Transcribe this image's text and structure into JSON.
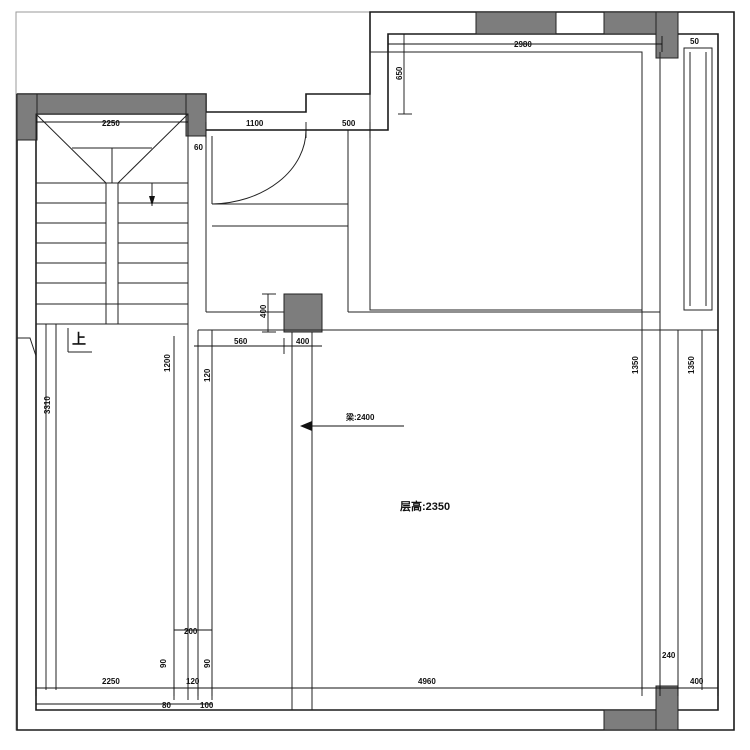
{
  "plan": {
    "stair_direction_label": "上",
    "ceiling_height_label": "层高:2350",
    "beam_height_label": "梁:2400"
  },
  "dimensions": {
    "top_room_width": "2980",
    "top_step_height": "650",
    "corridor_width": "1100",
    "corridor_short": "500",
    "stair_width": "2250",
    "column_side": "400",
    "column_gap": "560",
    "column_width": "400",
    "left_wall_height": "3310",
    "left_inner_vertical_a": "1200",
    "left_inner_vertical_b": "120",
    "bottom_left_width": "2250",
    "bottom_gap_a": "200",
    "bottom_gap_b": "120",
    "bottom_main_width": "4960",
    "bottom_right_a": "240",
    "bottom_right_b": "400",
    "bottom_small_left": "80",
    "bottom_small_right": "100",
    "right_side_vertical": "1350",
    "right_wall_vertical": "1350",
    "small_tick_a": "90",
    "small_tick_b": "90",
    "top_right_mark": "50",
    "corridor_mark": "60"
  }
}
